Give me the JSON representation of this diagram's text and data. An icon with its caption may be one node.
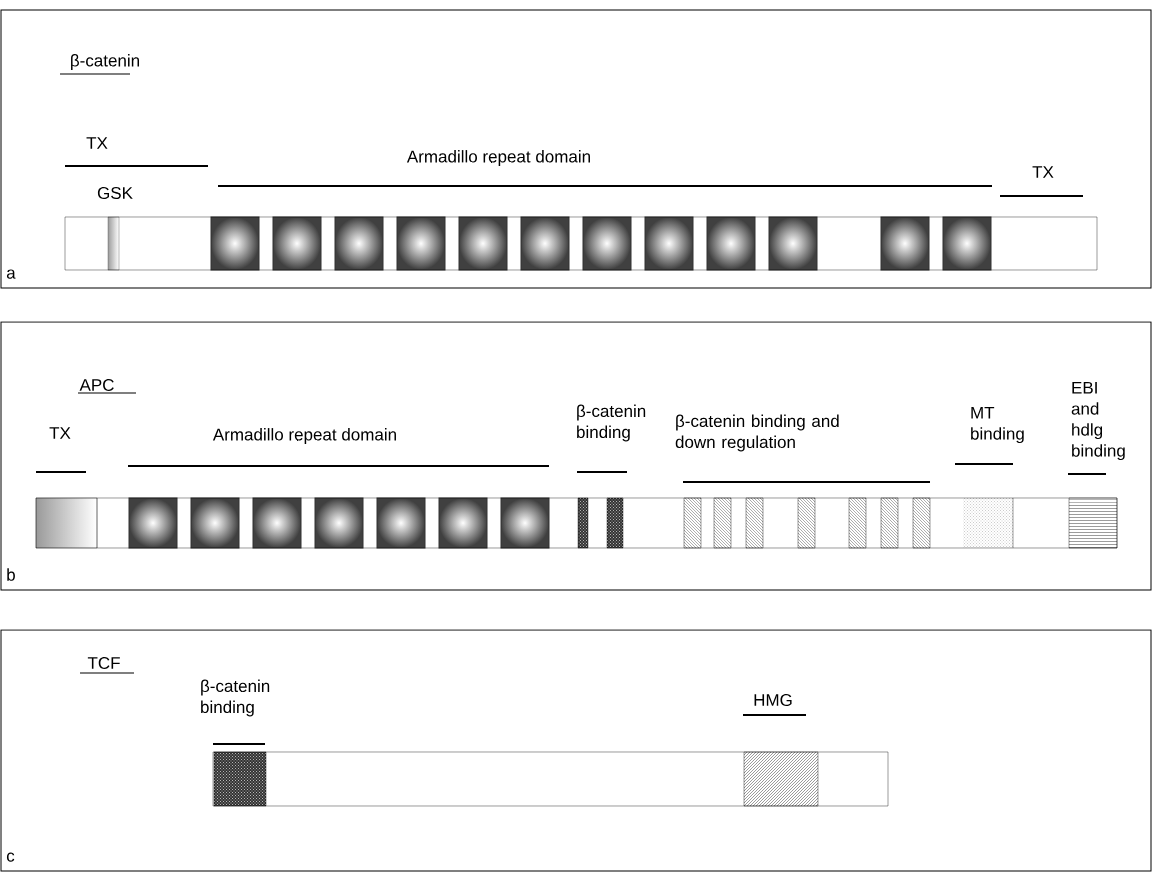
{
  "diagram": {
    "nodes": [
      {
        "text": [
          "β-catenin",
          "a"
        ]
      },
      {
        "text": [],
        "shape": "bar",
        "in": 0
      },
      {
        "text": [
          "APC",
          "b"
        ]
      },
      {
        "text": [],
        "shape": "bar",
        "in": 2
      },
      {
        "text": [
          "TCF",
          "c"
        ]
      },
      {
        "text": [],
        "shape": "bar",
        "in": 4
      }
    ],
    "labels": [
      "TX",
      "GSK",
      "Armadillo repeat domain",
      "TX",
      "TX",
      "Armadillo repeat domain",
      "β-catenin binding",
      "β-catenin binding and down regulation",
      "MT binding",
      "EBI and hdlg binding",
      "β-catenin binding",
      "HMG"
    ]
  }
}
